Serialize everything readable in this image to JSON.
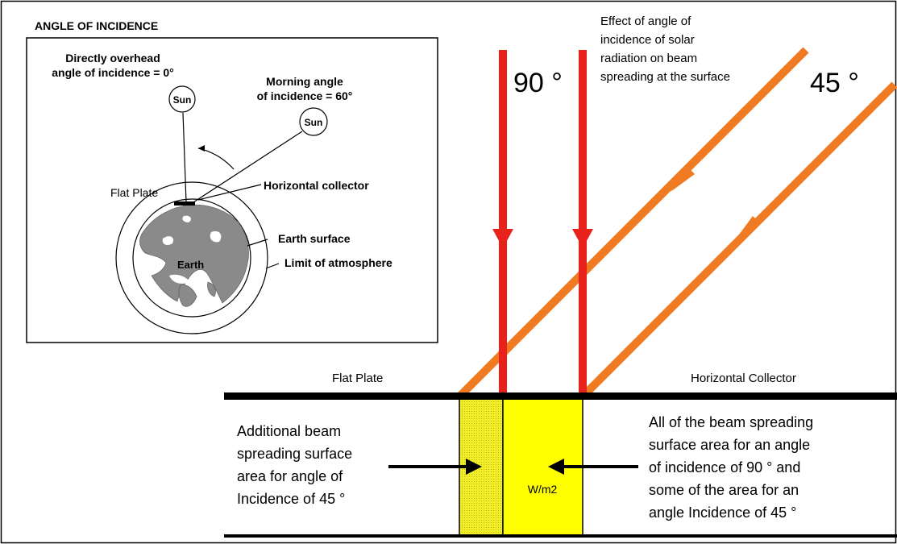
{
  "inset": {
    "heading": "ANGLE OF INCIDENCE",
    "overhead_label_line1": "Directly overhead",
    "overhead_label_line2": "angle of incidence = 0°",
    "morning_label_line1": "Morning angle",
    "morning_label_line2": "of incidence = 60°",
    "sun_label": "Sun",
    "flat_plate_label": "Flat Plate",
    "collector_label": "Horizontal collector",
    "earth_surface_label": "Earth surface",
    "atmosphere_label": "Limit of atmosphere",
    "earth_label": "Earth"
  },
  "main": {
    "caption_line1": "Effect of angle of",
    "caption_line2": "incidence of solar",
    "caption_line3": "radiation on beam",
    "caption_line4": "spreading at the surface",
    "angle_90_label": "90 °",
    "angle_45_label": "45 °",
    "flat_plate_label": "Flat Plate",
    "collector_label": "Horizontal Collector",
    "left_text_line1": "Additional beam",
    "left_text_line2": "spreading surface",
    "left_text_line3": "area for angle of",
    "left_text_line4": "Incidence of 45 °",
    "right_text_line1": "All of the beam spreading",
    "right_text_line2": "surface area for an angle",
    "right_text_line3": "of incidence of 90 ° and",
    "right_text_line4": "some of the area for an",
    "right_text_line5": "angle Incidence of 45 °",
    "unit_label": "W/m2"
  },
  "colors": {
    "red_beam": "#e8221b",
    "orange_beam": "#f07a22",
    "yellow_area": "#ffff00",
    "earth_grey": "#8a8a8a"
  }
}
